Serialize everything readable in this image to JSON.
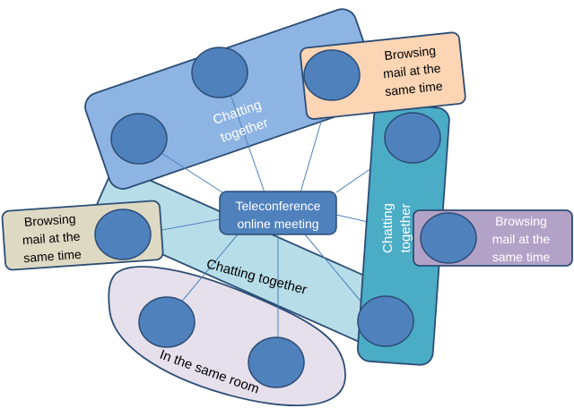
{
  "diagram": {
    "center": {
      "line1": "Teleconference",
      "line2": "online meeting"
    },
    "groups": {
      "top": {
        "label_line1": "Chatting",
        "label_line2": "together"
      },
      "right": {
        "label_line1": "Chatting",
        "label_line2": "together"
      },
      "middle": {
        "label": "Chatting together"
      },
      "room": {
        "label": "In the same room"
      }
    },
    "callouts": {
      "top_right": {
        "line1": "Browsing",
        "line2": "mail at the",
        "line3": "same time"
      },
      "left": {
        "line1": "Browsing",
        "line2": "mail at the",
        "line3": "same time"
      },
      "right": {
        "line1": "Browsing",
        "line2": "mail at the",
        "line3": "same time"
      }
    },
    "colors": {
      "node_fill": "#4f81bd",
      "node_stroke": "#2c4d75",
      "top_group": "#8eb4e3",
      "right_group": "#4bacc6",
      "middle_group": "#b7dde8",
      "room_group": "#e6e0ec",
      "callout_peach": "#fcd5b5",
      "callout_tan": "#ddd9c3",
      "callout_purple": "#b3a2c7",
      "connector": "#4f81bd"
    }
  }
}
